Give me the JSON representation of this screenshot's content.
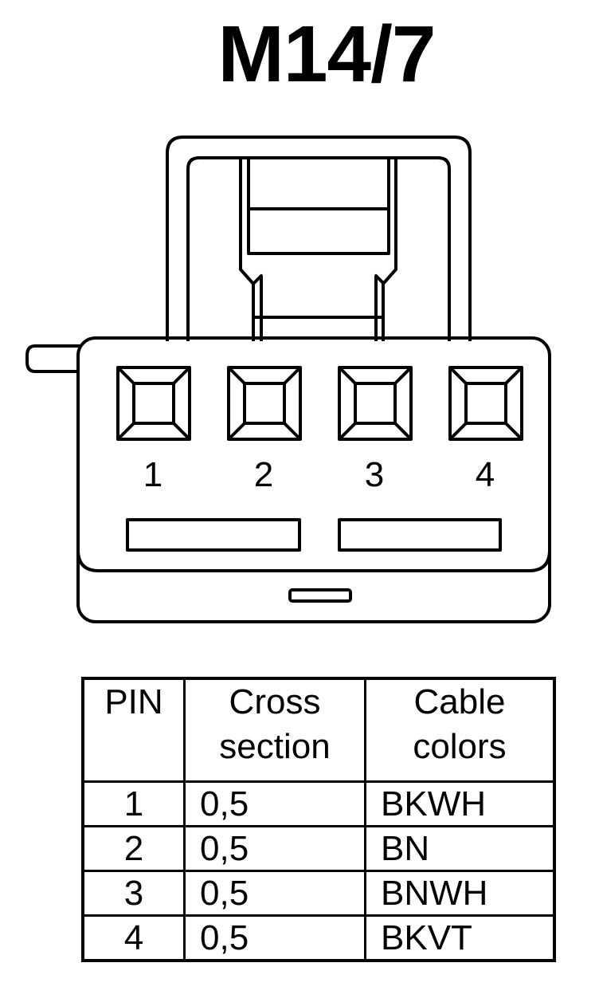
{
  "title": "M14/7",
  "connector": {
    "pin_labels": [
      "1",
      "2",
      "3",
      "4"
    ]
  },
  "table": {
    "headers": {
      "pin": "PIN",
      "cross_line1": "Cross",
      "cross_line2": "section",
      "color_line1": "Cable",
      "color_line2": "colors"
    },
    "rows": [
      {
        "pin": "1",
        "cross": "0,5",
        "color": "BKWH"
      },
      {
        "pin": "2",
        "cross": "0,5",
        "color": "BN"
      },
      {
        "pin": "3",
        "cross": "0,5",
        "color": "BNWH"
      },
      {
        "pin": "4",
        "cross": "0,5",
        "color": "BKVT"
      }
    ]
  }
}
